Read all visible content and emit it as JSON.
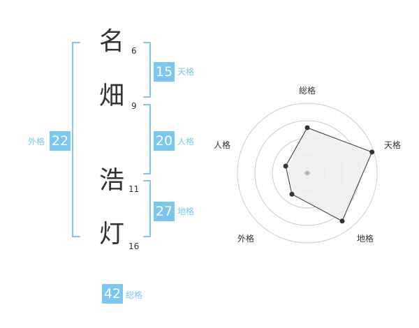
{
  "name": {
    "surname": [
      {
        "char": "名",
        "strokes": "6"
      },
      {
        "char": "畑",
        "strokes": "9"
      }
    ],
    "given": [
      {
        "char": "浩",
        "strokes": "11"
      },
      {
        "char": "灯",
        "strokes": "16"
      }
    ]
  },
  "fortunes": {
    "tenkaku": {
      "value": "15",
      "label": "天格"
    },
    "jinkaku": {
      "value": "20",
      "label": "人格"
    },
    "chikaku": {
      "value": "27",
      "label": "地格"
    },
    "gaikaku": {
      "value": "22",
      "label": "外格"
    },
    "soukaku": {
      "value": "42",
      "label": "総格"
    }
  },
  "colors": {
    "accent": "#7cc7f0",
    "text": "#333333",
    "ring": "#cccccc",
    "radar_fill": "#eeeeee"
  },
  "chart_data": {
    "type": "radar",
    "axes": [
      "総格",
      "天格",
      "地格",
      "外格",
      "人格"
    ],
    "levels": 4,
    "values": [
      2.6,
      3.9,
      3.4,
      1.5,
      1.3
    ],
    "max": 4,
    "grid": true
  }
}
